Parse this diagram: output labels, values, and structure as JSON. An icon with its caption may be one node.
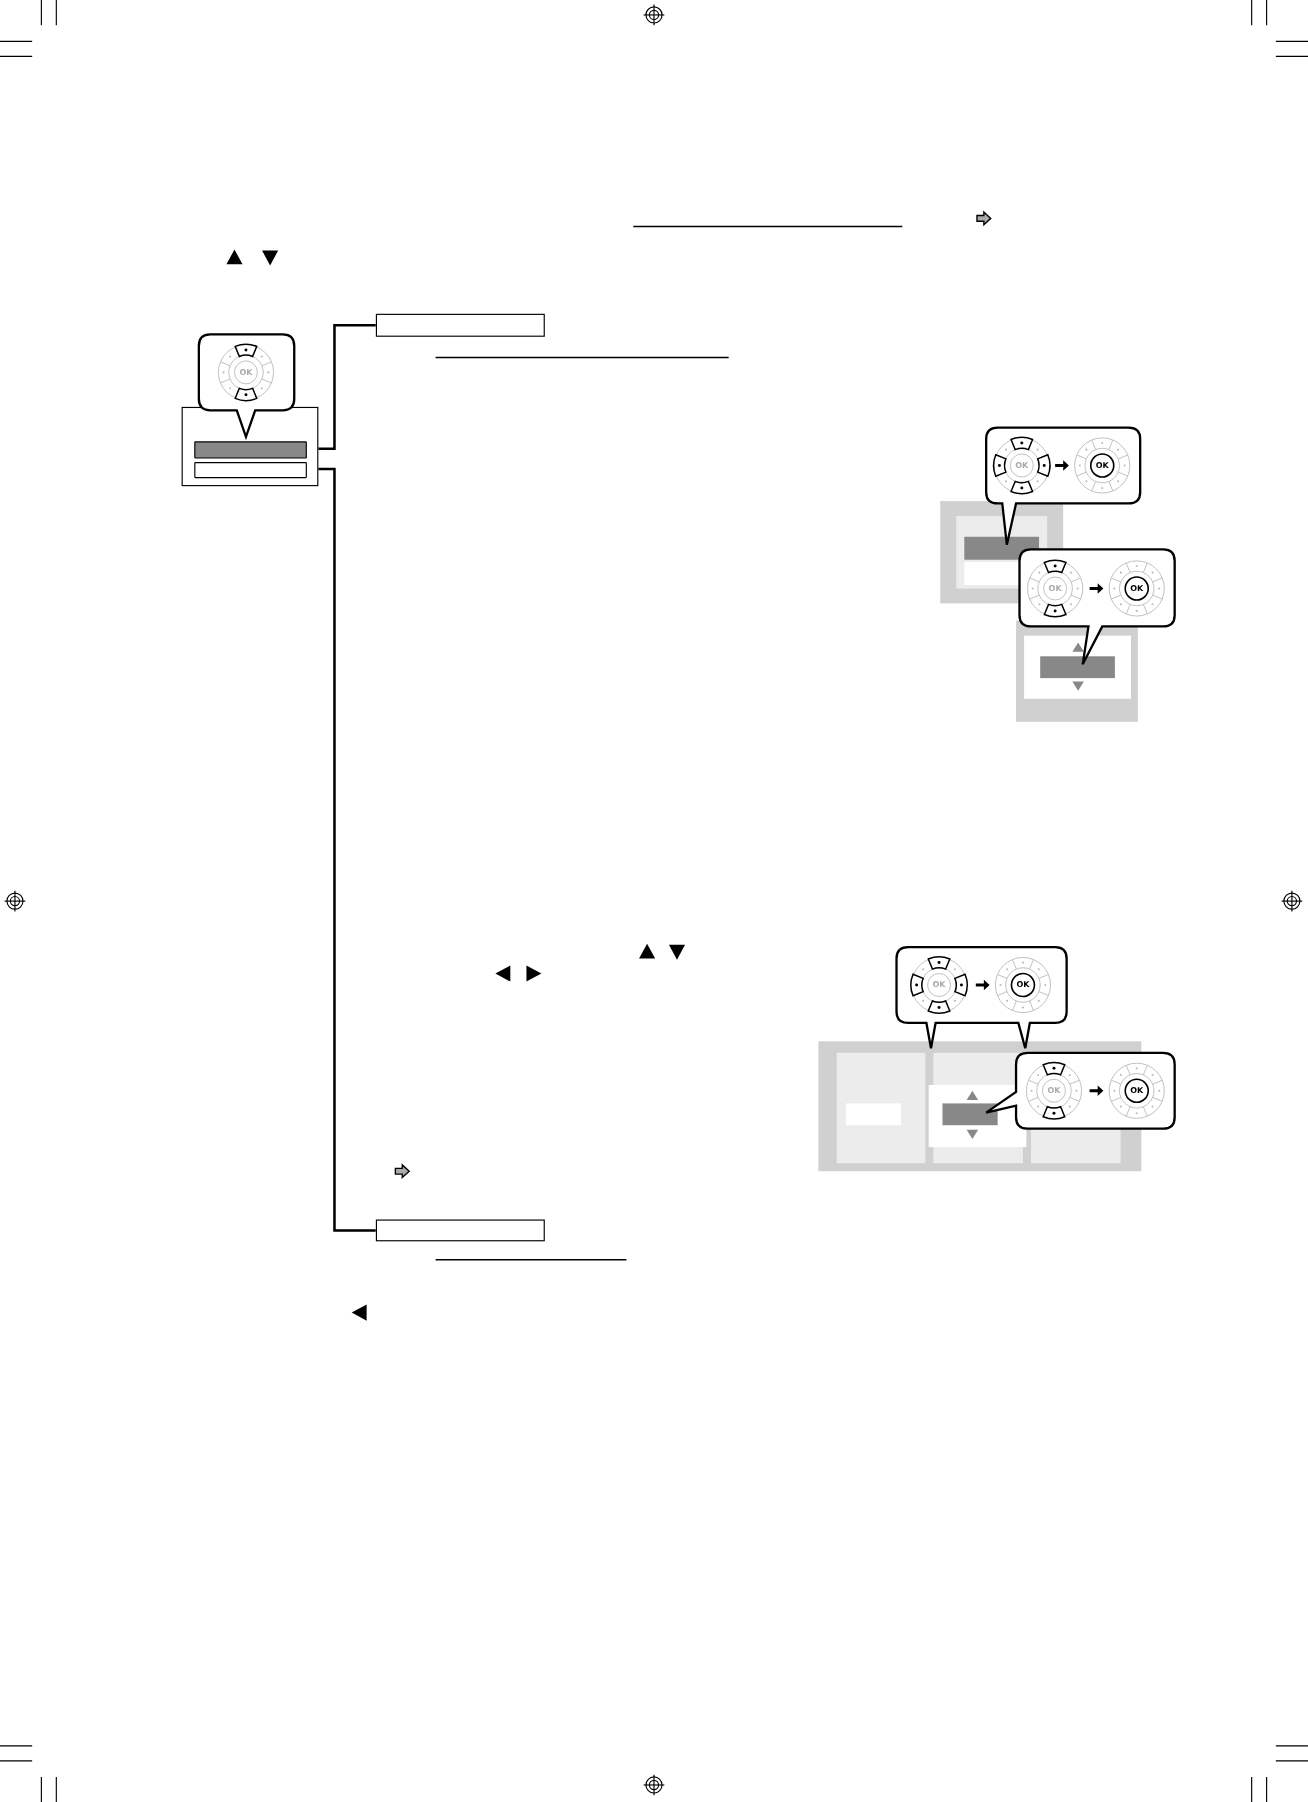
{
  "diagram": {
    "nodes": [
      {
        "text": [],
        "shape": "box"
      },
      {
        "text": [],
        "shape": "bar",
        "in": 0
      },
      {
        "text": [],
        "shape": "bar",
        "in": 0
      },
      {
        "text": [],
        "shape": "box"
      },
      {
        "text": [],
        "shape": "box"
      }
    ],
    "edges": [
      {
        "from": 1,
        "to": 3,
        "arrow": "none"
      },
      {
        "from": 2,
        "to": 4,
        "arrow": "none"
      }
    ],
    "labels": [
      "OK",
      "OK",
      "OK",
      "OK",
      "OK",
      "OK",
      "OK",
      "OK",
      "OK"
    ]
  }
}
